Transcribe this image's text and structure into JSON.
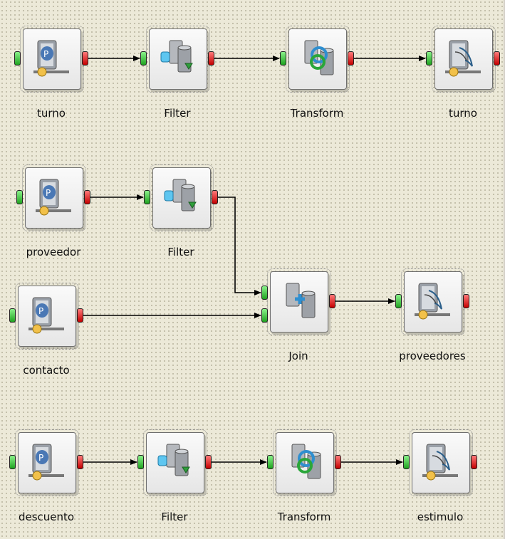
{
  "diagram": {
    "nodes": [
      {
        "id": "n1",
        "label": "turno",
        "kind": "postgres-source"
      },
      {
        "id": "n2",
        "label": "Filter",
        "kind": "filter"
      },
      {
        "id": "n3",
        "label": "Transform",
        "kind": "transform"
      },
      {
        "id": "n4",
        "label": "turno",
        "kind": "mysql-target"
      },
      {
        "id": "n5",
        "label": "proveedor",
        "kind": "postgres-source"
      },
      {
        "id": "n6",
        "label": "Filter",
        "kind": "filter"
      },
      {
        "id": "n7",
        "label": "contacto",
        "kind": "postgres-source"
      },
      {
        "id": "n8",
        "label": "Join",
        "kind": "join"
      },
      {
        "id": "n9",
        "label": "proveedores",
        "kind": "mysql-target"
      },
      {
        "id": "n10",
        "label": "descuento",
        "kind": "postgres-source"
      },
      {
        "id": "n11",
        "label": "Filter",
        "kind": "filter"
      },
      {
        "id": "n12",
        "label": "Transform",
        "kind": "transform"
      },
      {
        "id": "n13",
        "label": "estimulo",
        "kind": "mysql-target"
      }
    ],
    "edges": [
      {
        "from": "n1",
        "to": "n2"
      },
      {
        "from": "n2",
        "to": "n3"
      },
      {
        "from": "n3",
        "to": "n4"
      },
      {
        "from": "n5",
        "to": "n6"
      },
      {
        "from": "n6",
        "to": "n8"
      },
      {
        "from": "n7",
        "to": "n8"
      },
      {
        "from": "n8",
        "to": "n9"
      },
      {
        "from": "n10",
        "to": "n11"
      },
      {
        "from": "n11",
        "to": "n12"
      },
      {
        "from": "n12",
        "to": "n13"
      }
    ],
    "colors": {
      "canvas": "#ece9d8",
      "input_port": "#22aa22",
      "output_port": "#cc0000",
      "edge": "#000000"
    }
  }
}
